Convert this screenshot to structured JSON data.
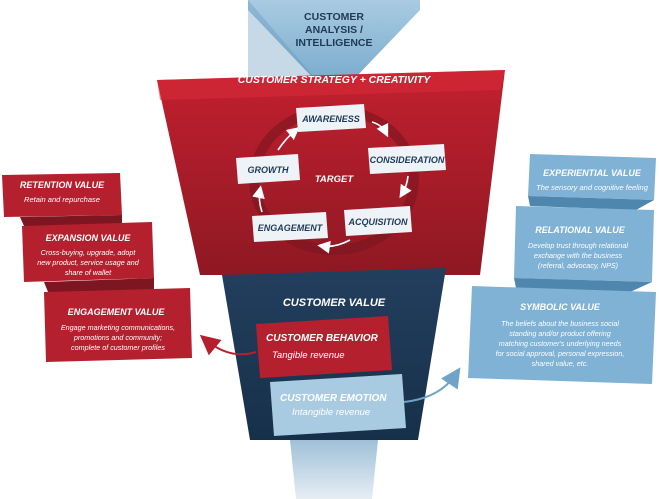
{
  "top_label": [
    "CUSTOMER",
    "ANALYSIS /",
    "INTELLIGENCE"
  ],
  "strategy": {
    "title": "CUSTOMER STRATEGY + CREATIVITY",
    "center": "TARGET",
    "stages": [
      "AWARENESS",
      "CONSIDERATION",
      "ACQUISITION",
      "ENGAGEMENT",
      "GROWTH"
    ]
  },
  "customer_value": {
    "title": "CUSTOMER VALUE",
    "behavior": {
      "title": "CUSTOMER BEHAVIOR",
      "subtitle": "Tangible revenue"
    },
    "emotion": {
      "title": "CUSTOMER EMOTION",
      "subtitle": "Intangible revenue"
    }
  },
  "left_values": [
    {
      "title": "RETENTION VALUE",
      "lines": [
        "Retain and repurchase"
      ]
    },
    {
      "title": "EXPANSION VALUE",
      "lines": [
        "Cross-buying, upgrade, adopt",
        "new product, service usage and",
        "share of wallet"
      ]
    },
    {
      "title": "ENGAGEMENT VALUE",
      "lines": [
        "Engage marketing communications,",
        "promotions and community;",
        "complete of customer profiles"
      ]
    }
  ],
  "right_values": [
    {
      "title": "EXPERIENTIAL VALUE",
      "lines": [
        "The sensory and cognitive feeling"
      ]
    },
    {
      "title": "RELATIONAL VALUE",
      "lines": [
        "Develop trust through relational",
        "exchange with the business",
        "(referral, advocacy, NPS)"
      ]
    },
    {
      "title": "SYMBOLIC VALUE",
      "lines": [
        "The beliefs about the business social",
        "standing and/or product offering",
        "matching customer's underlying needs",
        "for social approval, personal expression,",
        "shared value, etc."
      ]
    }
  ],
  "colors": {
    "red": "#b5202e",
    "dark_red": "#7d1620",
    "navy": "#1f3a57",
    "light_blue": "#7fb2d4",
    "pale_blue": "#b9d4e6"
  }
}
